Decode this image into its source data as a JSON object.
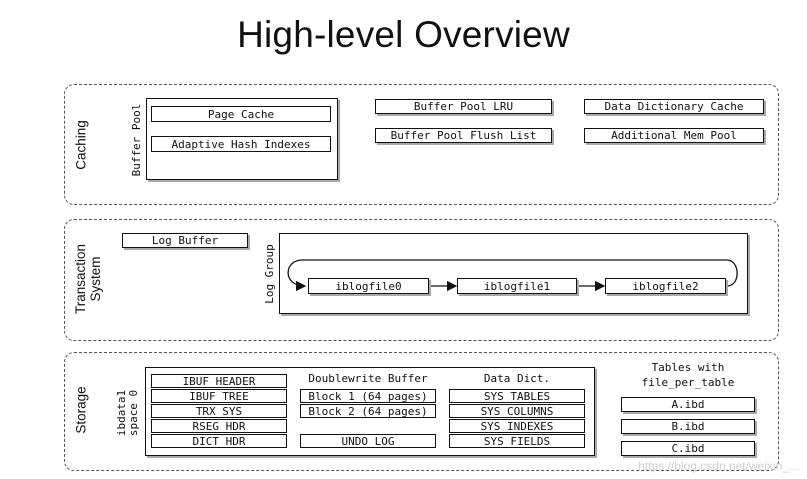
{
  "title": "High-level Overview",
  "sections": {
    "caching": {
      "label": "Caching",
      "buffer_pool_label": "Buffer Pool",
      "page_cache": "Page Cache",
      "adaptive_hash": "Adaptive Hash Indexes",
      "lru": "Buffer Pool LRU",
      "flush_list": "Buffer Pool Flush List",
      "dict_cache": "Data Dictionary Cache",
      "mem_pool": "Additional Mem Pool"
    },
    "transaction": {
      "label_line1": "Transaction",
      "label_line2": "System",
      "log_buffer": "Log Buffer",
      "log_group_label": "Log Group",
      "files": [
        "iblogfile0",
        "iblogfile1",
        "iblogfile2"
      ]
    },
    "storage": {
      "label": "Storage",
      "space_label_line1": "ibdata1",
      "space_label_line2": "space 0",
      "col1": [
        "IBUF_HEADER",
        "IBUF_TREE",
        "TRX_SYS",
        "RSEG_HDR",
        "DICT_HDR"
      ],
      "doublewrite_heading": "Doublewrite Buffer",
      "doublewrite": [
        "Block 1 (64 pages)",
        "Block 2 (64 pages)"
      ],
      "undo_log": "UNDO_LOG",
      "data_dict_heading": "Data Dict.",
      "data_dict": [
        "SYS_TABLES",
        "SYS_COLUMNS",
        "SYS_INDEXES",
        "SYS_FIELDS"
      ],
      "tables_heading_line1": "Tables with",
      "tables_heading_line2": "file_per_table",
      "tables": [
        "A.ibd",
        "B.ibd",
        "C.ibd"
      ]
    }
  },
  "watermark": "https://blog.csdn.net/weixin_..."
}
